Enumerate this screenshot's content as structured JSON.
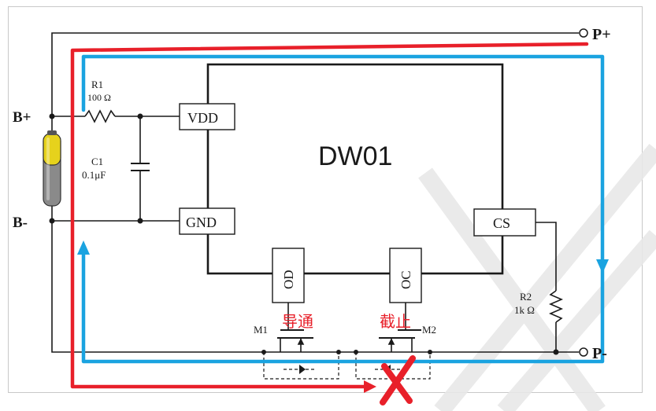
{
  "diagram": {
    "terminals": {
      "p_plus": "P+",
      "p_minus": "P-",
      "b_plus": "B+",
      "b_minus": "B-"
    },
    "chip": {
      "name": "DW01",
      "pins": {
        "vdd": "VDD",
        "gnd": "GND",
        "cs": "CS",
        "od": "OD",
        "oc": "OC"
      }
    },
    "components": {
      "r1": {
        "name": "R1",
        "value": "100 Ω"
      },
      "c1": {
        "name": "C1",
        "value": "0.1μF"
      },
      "r2": {
        "name": "R2",
        "value": "1k Ω"
      },
      "m1": {
        "name": "M1",
        "state": "导通"
      },
      "m2": {
        "name": "M2",
        "state": "截止"
      }
    },
    "colors": {
      "red_path": "#e8202a",
      "blue_path": "#1aa3e0",
      "cross": "#e8202a",
      "wire": "#1a1a1a",
      "battery_top": "#e6d21c",
      "battery_body": "#8a8a8a"
    }
  }
}
